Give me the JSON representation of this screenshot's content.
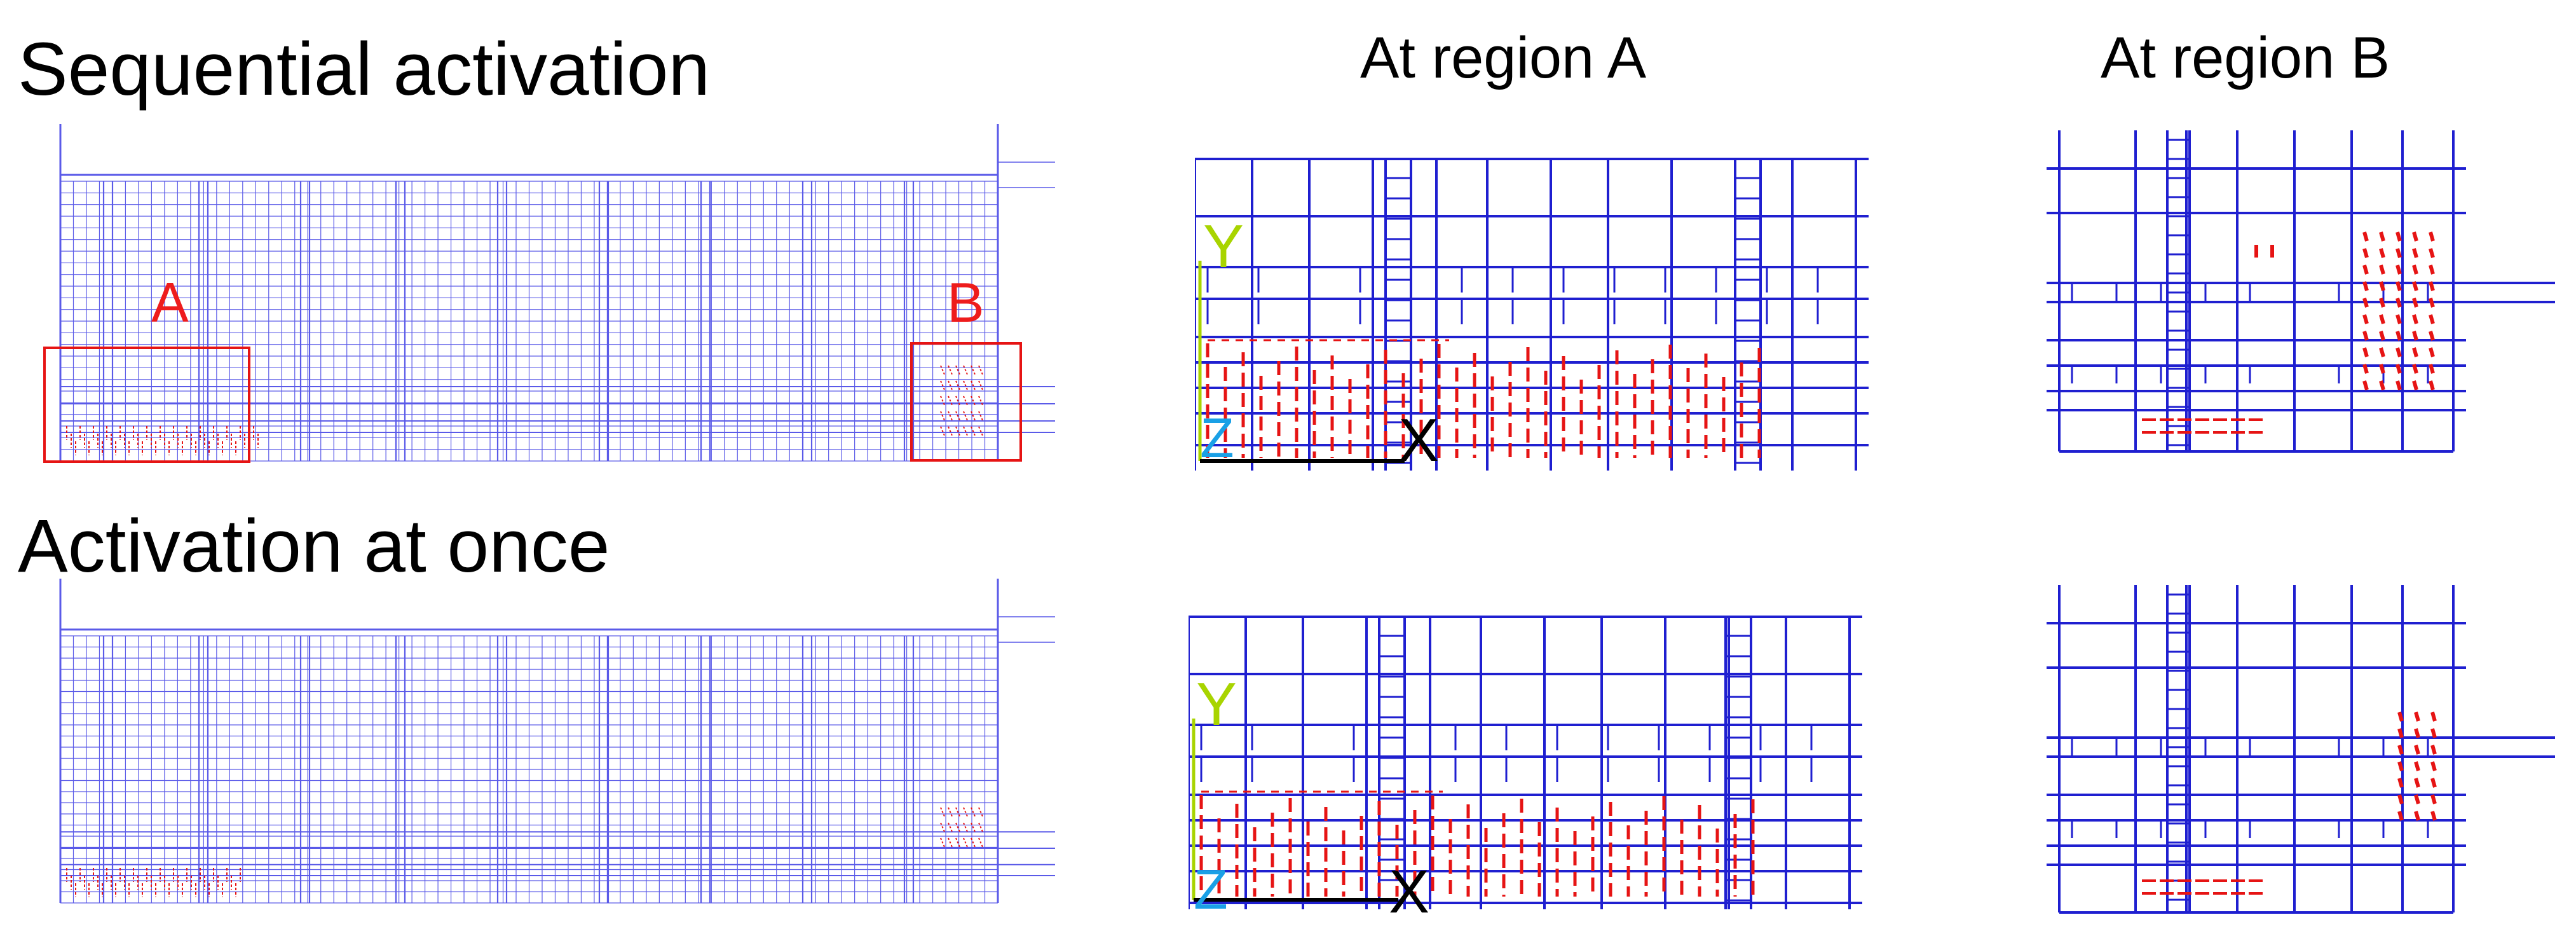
{
  "headings": {
    "row_sequential": "Sequential activation",
    "row_once": "Activation at once",
    "col_region_a": "At region A",
    "col_region_b": "At region B"
  },
  "region_markers": {
    "a": "A",
    "b": "B"
  },
  "axis_triad": {
    "y": "Y",
    "z": "Z",
    "x": "X"
  },
  "colors": {
    "mesh_fine": "#5a5ae8",
    "mesh_zoom": "#1f1fd0",
    "crack": "#e61414",
    "region_box": "#e61414",
    "axis_y": "#a8d400",
    "axis_z": "#1aa0e6",
    "axis_x": "#000000"
  }
}
